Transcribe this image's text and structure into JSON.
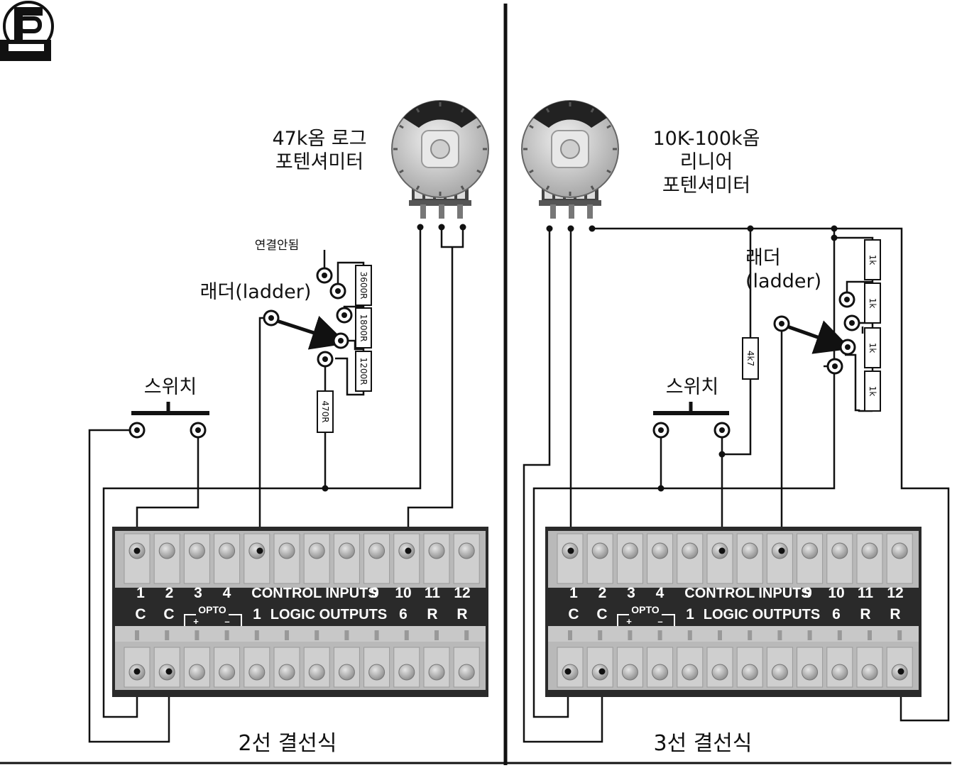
{
  "left_panel": {
    "pot_label_line1": "47k옴 로그",
    "pot_label_line2": "포텐셔미터",
    "not_connected_label": "연결안됨",
    "ladder_label": "래더(ladder)",
    "switch_label": "스위치",
    "resistors": [
      "3600R",
      "1800R",
      "1200R",
      "470R"
    ],
    "caption": "2선 결선식"
  },
  "right_panel": {
    "pot_label_line1": "10K-100k옴",
    "pot_label_line2": "리니어",
    "pot_label_line3": "포텐셔미터",
    "ladder_label_line1": "래더",
    "ladder_label_line2": "(ladder)",
    "switch_label": "스위치",
    "resistors": [
      "1k",
      "1k",
      "1k",
      "1k",
      "4k7"
    ],
    "caption": "3선 결선식"
  },
  "terminal_block": {
    "numbers": [
      "1",
      "2",
      "3",
      "4",
      "CONTROL INPUTS",
      "9",
      "10",
      "11",
      "12"
    ],
    "row2": [
      "C",
      "C",
      "OPTO",
      "1",
      "LOGIC OUTPUTS",
      "6",
      "R",
      "R"
    ],
    "opto_plus": "+",
    "opto_minus": "–"
  },
  "colors": {
    "ink": "#111111",
    "block": "#2a2a2a",
    "terminal": "#b4b4b4"
  }
}
